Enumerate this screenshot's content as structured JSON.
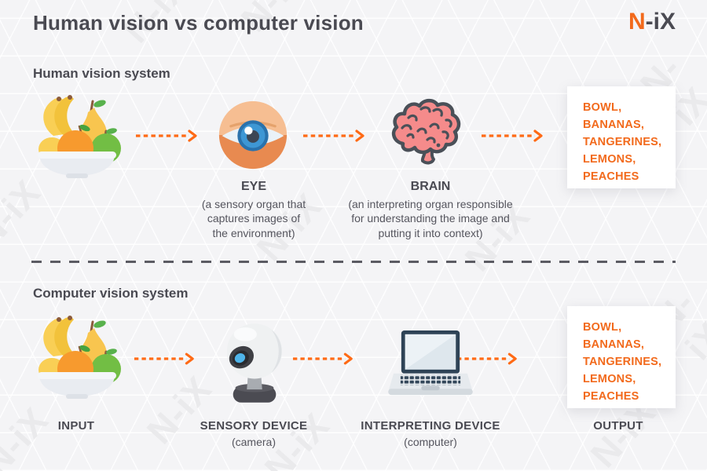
{
  "title": "Human vision vs computer vision",
  "logo": {
    "accent_part": "N",
    "rest_part": "-iX"
  },
  "watermark": "N-iX",
  "colors": {
    "accent_orange": "#F26A1C",
    "arrow_orange": "#FF6A15",
    "text_dark": "#4A4A52",
    "text_muted": "#55555E",
    "card_bg": "#FFFFFF"
  },
  "human_system": {
    "heading": "Human vision system",
    "stage1": {
      "title": "EYE",
      "description": "(a sensory organ that\ncaptures images of\nthe environment)"
    },
    "stage2": {
      "title": "BRAIN",
      "description": "(an interpreting organ responsible\nfor understanding the image and\nputting it into context)"
    },
    "output_text": "BOWL,\nBANANAS,\nTANGERINES,\nLEMONS,\nPEACHES"
  },
  "computer_system": {
    "heading": "Computer vision system",
    "labels": {
      "input": "INPUT",
      "sensory_device": "SENSORY DEVICE",
      "sensory_device_sub": "(camera)",
      "interpreting_device": "INTERPRETING DEVICE",
      "interpreting_device_sub": "(computer)",
      "output": "OUTPUT"
    },
    "output_text": "BOWL,\nBANANAS,\nTANGERINES,\nLEMONS,\nPEACHES"
  }
}
